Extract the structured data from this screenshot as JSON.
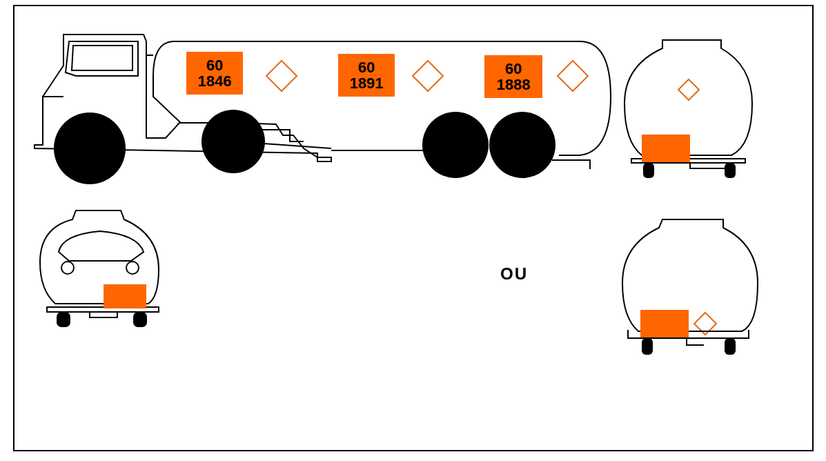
{
  "diagram": {
    "nodes": [
      {
        "text": [
          "60",
          "1846"
        ]
      },
      {
        "text": [
          "60",
          "1891"
        ]
      },
      {
        "text": [
          "60",
          "1888"
        ]
      }
    ],
    "labels": [
      "OU"
    ]
  }
}
